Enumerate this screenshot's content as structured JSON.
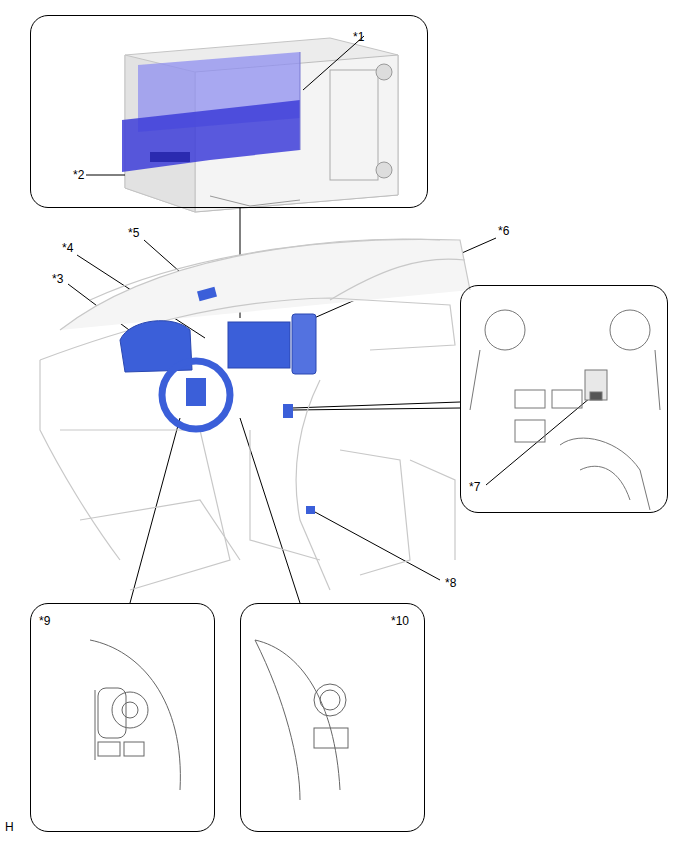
{
  "diagram": {
    "nodes": [
      {
        "text": [
          "*1",
          "*2"
        ]
      },
      {
        "text": [
          "*7"
        ]
      },
      {
        "text": [
          "*9"
        ]
      },
      {
        "text": [
          "*10"
        ]
      }
    ],
    "labels": [
      "*5",
      "*6",
      "*4",
      "*3",
      "*8",
      "H"
    ]
  }
}
